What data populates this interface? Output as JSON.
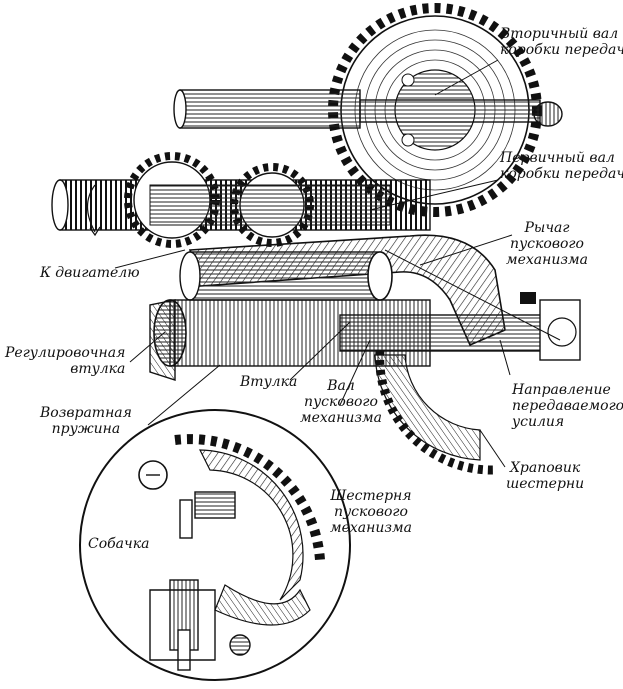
{
  "labels": {
    "secondary_shaft": [
      "Вторичный вал",
      "коробки передач"
    ],
    "primary_shaft": [
      "Первичный вал",
      "коробки передач"
    ],
    "lever": [
      "Рычаг",
      "пускового",
      "механизма"
    ],
    "to_engine": [
      "К двигателю"
    ],
    "adjusting_sleeve": [
      "Регулировочная",
      "втулка"
    ],
    "sleeve": [
      "Втулка"
    ],
    "starter_shaft": [
      "Вал",
      "пускового",
      "механизма"
    ],
    "force_direction": [
      "Направление",
      "передаваемого",
      "усилия"
    ],
    "return_spring": [
      "Возвратная",
      "пружина"
    ],
    "ratchet": [
      "Храповик",
      "шестерни"
    ],
    "pawl": [
      "Собачка"
    ],
    "starter_gear": [
      "Шестерня",
      "пускового",
      "механизма"
    ]
  },
  "colors": {
    "ink": "#111111",
    "paper": "#ffffff",
    "hatch": "#333333"
  }
}
